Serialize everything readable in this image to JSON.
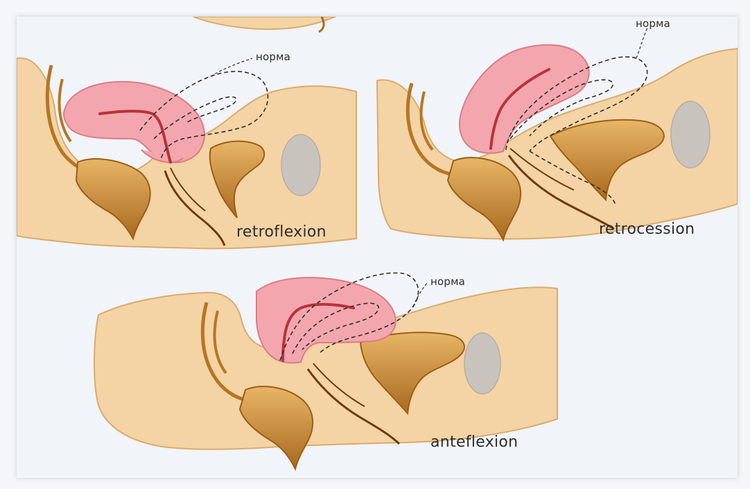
{
  "panels": {
    "retroflexion": {
      "caption": "retroflexion",
      "norm_label": "норма"
    },
    "retrocession": {
      "caption": "retrocession",
      "norm_label": "норма"
    },
    "anteflexion": {
      "caption": "anteflexion",
      "norm_label": "норма"
    }
  },
  "colors": {
    "background": "#f1f4f8",
    "tissue": "#f4d3a4",
    "tissue_edge": "#d8ac6e",
    "organ_dark": "#b57624",
    "organ_light": "#e4ac56",
    "uterus": "#f3a6ad",
    "uterus_edge": "#d97d86",
    "canal": "#b8323c",
    "bone": "#c9c3bd",
    "text": "#2d2d2d"
  }
}
